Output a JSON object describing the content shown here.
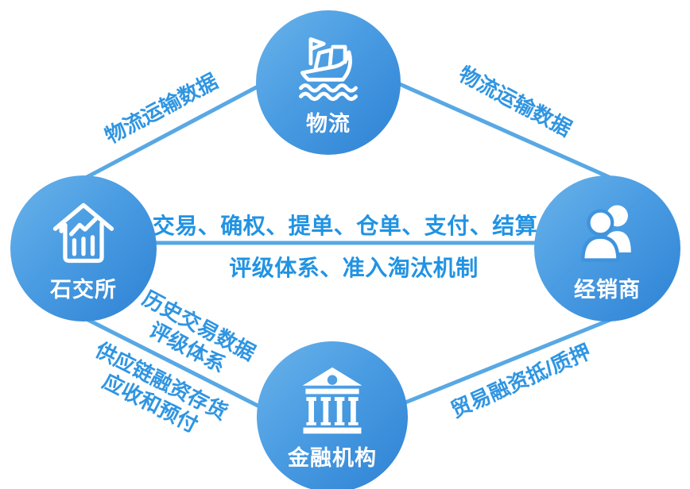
{
  "diagram": {
    "type": "network-diamond",
    "background_color": "#ffffff",
    "colors": {
      "edge_line": "#58a8e4",
      "edge_label_text": "#2f95e2",
      "center_label_text": "#2193e3",
      "node_gradient_start": "#6ab3ea",
      "node_gradient_end": "#2e82d4",
      "node_label_text": "#ffffff"
    },
    "nodes": {
      "top": {
        "label": "物流",
        "icon": "ship-icon"
      },
      "left": {
        "label": "石交所",
        "icon": "house-chart-icon"
      },
      "right": {
        "label": "经销商",
        "icon": "people-icon"
      },
      "bottom": {
        "label": "金融机构",
        "icon": "bank-icon"
      }
    },
    "edge_labels": {
      "top_left": "物流运输数据",
      "top_right": "物流运输数据",
      "center_top": "交易、确权、提单、仓单、支付、结算",
      "center_bottom": "评级体系、准入淘汰机制",
      "bottom_left_above": "历史交易数据\n评级体系",
      "bottom_left_below": "供应链融资存货\n应收和预付",
      "bottom_right": "贸易融资抵/质押"
    }
  }
}
